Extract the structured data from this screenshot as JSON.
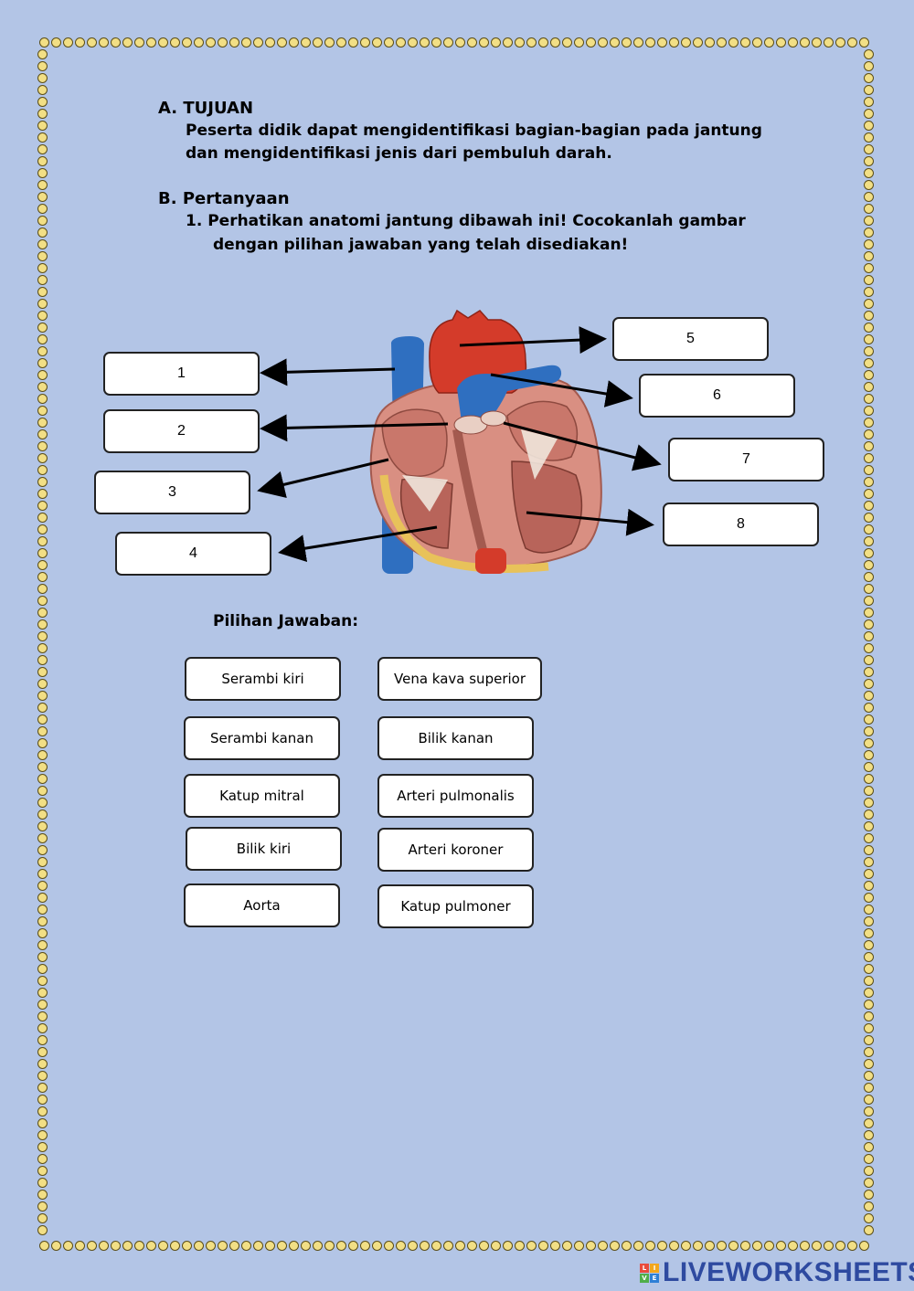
{
  "section_a": {
    "title": "A.  TUJUAN",
    "line1": "Peserta didik dapat mengidentifikasi bagian-bagian pada jantung",
    "line2": "dan mengidentifikasi jenis dari pembuluh darah."
  },
  "section_b": {
    "title": "B.  Pertanyaan",
    "q1_line1": "1.  Perhatikan anatomi jantung dibawah ini! Cocokanlah gambar",
    "q1_line2": "dengan pilihan jawaban yang telah disediakan!"
  },
  "drop_boxes": [
    "1",
    "2",
    "3",
    "4",
    "5",
    "6",
    "7",
    "8"
  ],
  "choices_heading": "Pilihan Jawaban:",
  "choices": [
    "Serambi kiri",
    "Vena kava superior",
    "Serambi kanan",
    "Bilik kanan",
    "Katup mitral",
    "Arteri pulmonalis",
    "Bilik kiri",
    "Arteri koroner",
    "Aorta",
    "Katup pulmoner"
  ],
  "brand": "LIVEWORKSHEETS",
  "colors": {
    "background": "#b3c5e6",
    "aorta": "#d43b2a",
    "vein": "#2f6fc0",
    "muscle": "#d98f82"
  }
}
